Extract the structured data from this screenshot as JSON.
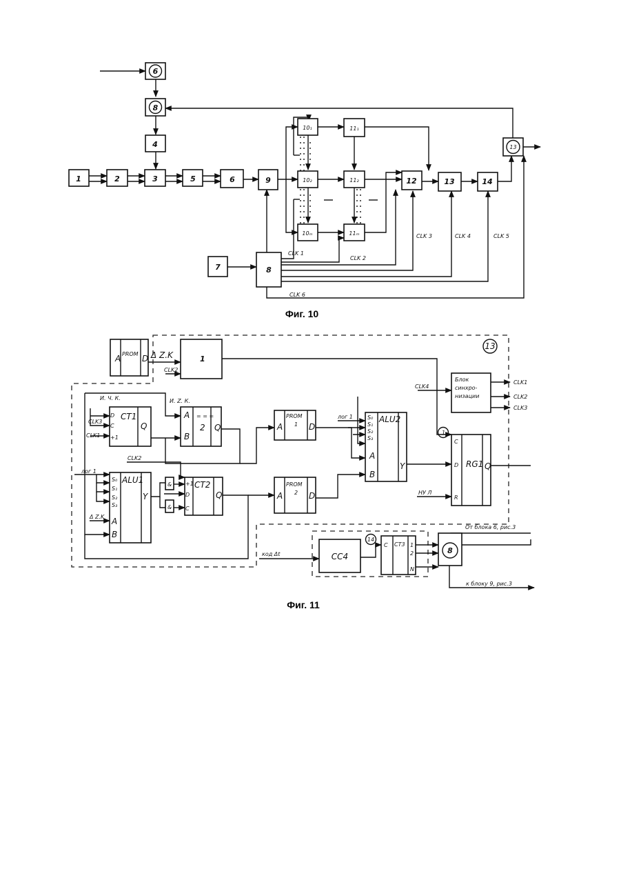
{
  "fig10": {
    "caption": "Фиг. 10",
    "blocks": {
      "b1": "1",
      "b2": "2",
      "b3": "3",
      "b4": "4",
      "b5": "5",
      "b6": "6",
      "b7": "7",
      "b8": "8",
      "b9": "9",
      "b10a": "10₁",
      "b10b": "10₂",
      "b10c": "10ₘ",
      "b11a": "11₁",
      "b11b": "11₂",
      "b11c": "11ₘ",
      "b12": "12",
      "b13": "13",
      "b14": "14",
      "c6": "6",
      "c8": "8",
      "c13": "13"
    },
    "signals": {
      "clk1": "CLK 1",
      "clk2": "CLK 2",
      "clk3": "CLK 3",
      "clk4": "CLK 4",
      "clk5": "CLK 5",
      "clk6": "CLK 6"
    }
  },
  "fig11": {
    "caption": "Фиг. 11",
    "circle13": "13",
    "rom_pins": {
      "a": "A",
      "name": "PROM",
      "d": "D"
    },
    "sig_azk": "Δ Z.K",
    "block1": "1",
    "clk2_a": "CLK2",
    "sig_ichk": "И. Ч. К.",
    "sig_izk": "И. Z. К.",
    "ct1": {
      "name": "CT1",
      "d": "D",
      "c": "C",
      "r": "+1",
      "q": "Q",
      "clk3": "CLK3",
      "clk1": "CLK1"
    },
    "cmp2": {
      "a": "A",
      "b": "B",
      "name": "2",
      "q": "Q",
      "op": "= = ="
    },
    "prom1": {
      "a": "A",
      "name": "PROM",
      "num": "1",
      "d": "D"
    },
    "prom2": {
      "a": "A",
      "name": "PROM",
      "num": "2",
      "d": "D"
    },
    "alu2": {
      "name": "ALU2",
      "s0": "S₀",
      "s1": "S₁",
      "s2": "S₂",
      "s3": "S₃",
      "a": "A",
      "b": "B",
      "y": "Y",
      "log": "лог 1"
    },
    "alu1": {
      "name": "ALU1",
      "s0": "S₀",
      "s1": "S₁",
      "s2": "S₂",
      "s3": "S₃",
      "a": "A",
      "b": "B",
      "y": "Y",
      "log": "лог 1",
      "azk": "Δ Z.K"
    },
    "and1": "&",
    "and2": "&",
    "ct2": {
      "name": "CT2",
      "p1": "+1",
      "d": "D",
      "c": "C",
      "q": "Q",
      "clk": "CLK2"
    },
    "sync": {
      "l1": "Блок",
      "l2": "синхро-",
      "l3": "низации",
      "clk4": "CLK4",
      "o1": "CLK1",
      "o2": "CLK2",
      "o3": "CLK3"
    },
    "rg1": {
      "name": "RG1",
      "c": "C",
      "d": "D",
      "r": "R",
      "q": "Q",
      "circ": "1",
      "nu": "НУ  Л"
    },
    "kod": "код Δt",
    "cc4": "CC4",
    "circ14": "14",
    "ct3": {
      "name": "CT3",
      "c": "C",
      "o1": "1",
      "o2": "2",
      "on": "N"
    },
    "circ8": "8",
    "from6": "От блока 6, рис.3",
    "to9": "к блоку 9, рис.3"
  }
}
